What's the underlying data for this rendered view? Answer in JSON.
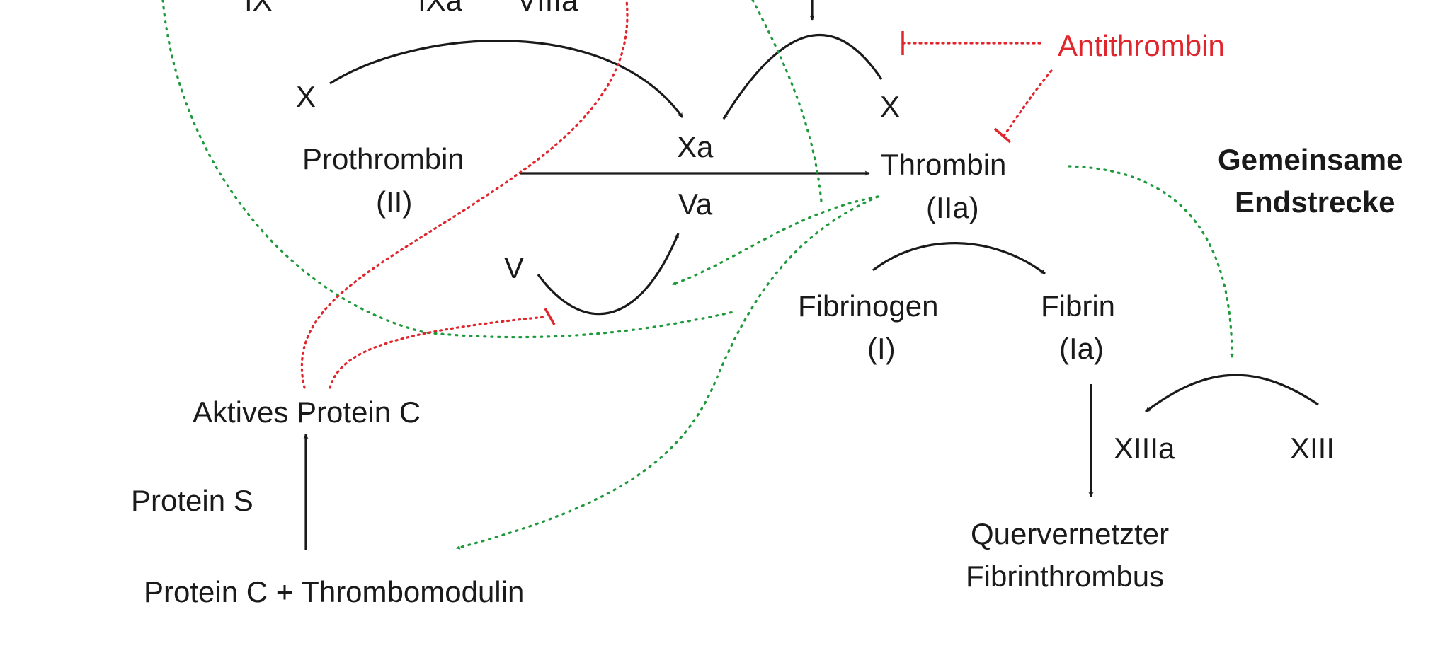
{
  "colors": {
    "activation_green": "#1e9a3c",
    "inhibition_red": "#e0262d",
    "arrow_black": "#1a1a1a"
  },
  "labels": {
    "ix_top": "IX",
    "ixa_top": "IXa",
    "viiia_top": "VIIIa",
    "x_left": "X",
    "x_right": "X",
    "antithrombin": "Antithrombin",
    "prothrombin": "Prothrombin",
    "prothrombin_roman": "(II)",
    "xa": "Xa",
    "va": "Va",
    "thrombin": "Thrombin",
    "thrombin_roman": "(IIa)",
    "gemeinsame": "Gemeinsame",
    "endstrecke": "Endstrecke",
    "v": "V",
    "fibrinogen": "Fibrinogen",
    "fibrinogen_roman": "(I)",
    "fibrin": "Fibrin",
    "fibrin_roman": "(Ia)",
    "aktives_protein_c": "Aktives Protein C",
    "xiiia": "XIIIa",
    "xiii": "XIII",
    "protein_s": "Protein S",
    "quervernetzter": "Quervernetzter",
    "fibrinthrombus": "Fibrinthrombus",
    "protein_c_thrombomodulin": "Protein C + Thrombomodulin"
  }
}
